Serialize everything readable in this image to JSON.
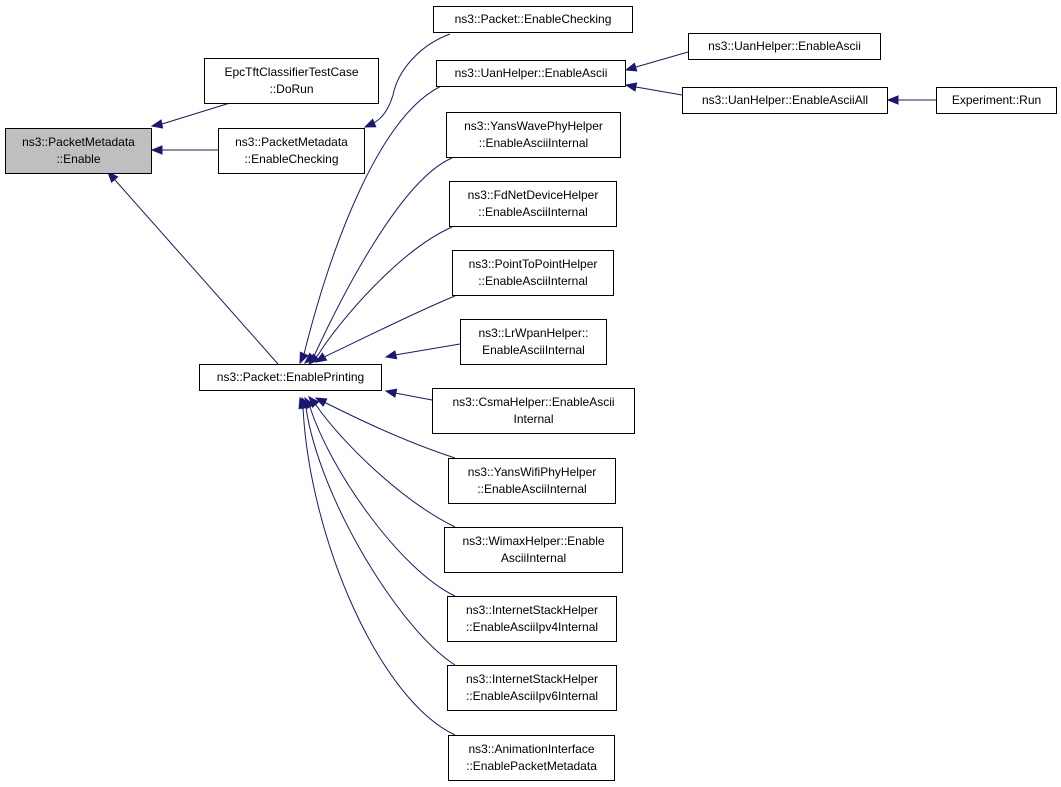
{
  "nodes": {
    "packet_metadata_enable": [
      "ns3::PacketMetadata",
      "::Enable"
    ],
    "epc_tft_do_run": [
      "EpcTftClassifierTestCase",
      "::DoRun"
    ],
    "packet_metadata_enable_checking": [
      "ns3::PacketMetadata",
      "::EnableChecking"
    ],
    "packet_enable_checking": [
      "ns3::Packet::EnableChecking"
    ],
    "uan_enable_ascii_mid": [
      "ns3::UanHelper::EnableAscii"
    ],
    "uan_enable_ascii_right": [
      "ns3::UanHelper::EnableAscii"
    ],
    "uan_enable_ascii_all": [
      "ns3::UanHelper::EnableAsciiAll"
    ],
    "experiment_run": [
      "Experiment::Run"
    ],
    "yans_wave_phy": [
      "ns3::YansWavePhyHelper",
      "::EnableAsciiInternal"
    ],
    "fd_net_device": [
      "ns3::FdNetDeviceHelper",
      "::EnableAsciiInternal"
    ],
    "point_to_point": [
      "ns3::PointToPointHelper",
      "::EnableAsciiInternal"
    ],
    "lr_wpan": [
      "ns3::LrWpanHelper::",
      "EnableAsciiInternal"
    ],
    "packet_enable_printing": [
      "ns3::Packet::EnablePrinting"
    ],
    "csma": [
      "ns3::CsmaHelper::EnableAscii",
      "Internal"
    ],
    "yans_wifi_phy": [
      "ns3::YansWifiPhyHelper",
      "::EnableAsciiInternal"
    ],
    "wimax": [
      "ns3::WimaxHelper::Enable",
      "AsciiInternal"
    ],
    "internet_stack_ipv4": [
      "ns3::InternetStackHelper",
      "::EnableAsciiIpv4Internal"
    ],
    "internet_stack_ipv6": [
      "ns3::InternetStackHelper",
      "::EnableAsciiIpv6Internal"
    ],
    "animation_interface": [
      "ns3::AnimationInterface",
      "::EnablePacketMetadata"
    ]
  },
  "colors": {
    "edge": "#191970",
    "root_fill": "#bfbfbf",
    "node_fill": "#ffffff"
  }
}
